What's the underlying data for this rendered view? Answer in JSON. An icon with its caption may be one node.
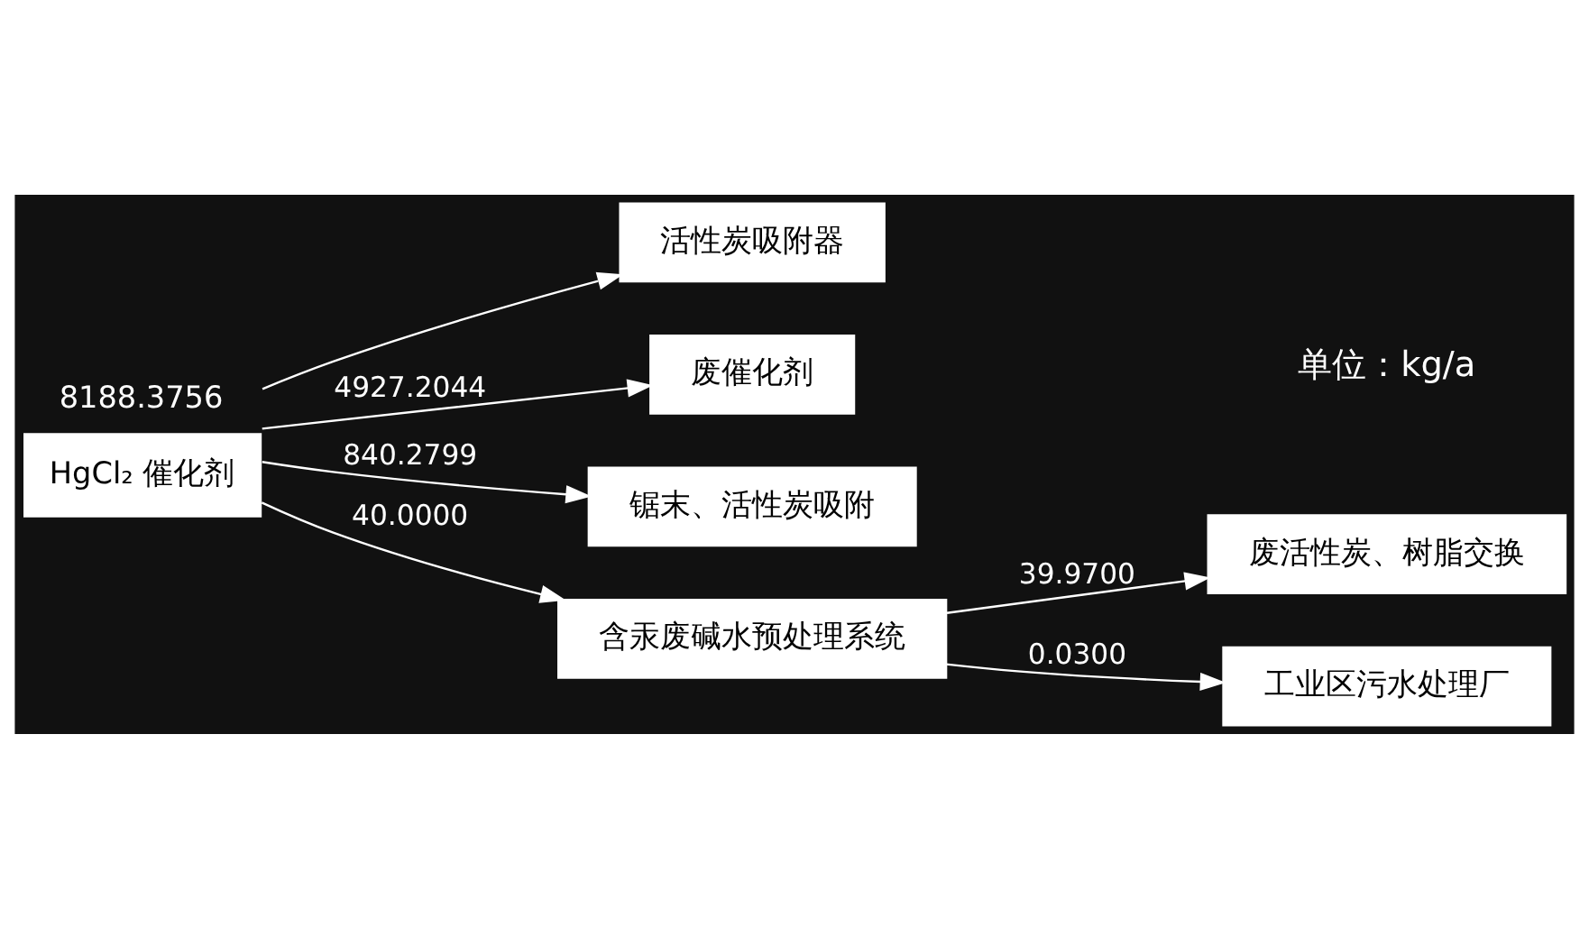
{
  "diagram": {
    "nodes": [
      {
        "text": [
          "HgCl₂ 催化剂"
        ],
        "beside": [
          "8188.3756"
        ]
      },
      {
        "text": [
          "活性炭吸附器"
        ]
      },
      {
        "text": [
          "废催化剂"
        ]
      },
      {
        "text": [
          "锯末、活性炭吸附"
        ]
      },
      {
        "text": [
          "含汞废碱水预处理系统"
        ]
      },
      {
        "text": [
          "废活性炭、树脂交换"
        ]
      },
      {
        "text": [
          "工业区污水处理厂"
        ]
      }
    ],
    "edges": [
      {
        "from": 0,
        "to": 1,
        "arrow": "to"
      },
      {
        "from": 0,
        "to": 2,
        "arrow": "to",
        "label": "4927.2044"
      },
      {
        "from": 0,
        "to": 3,
        "arrow": "to",
        "label": "840.2799"
      },
      {
        "from": 0,
        "to": 4,
        "arrow": "to",
        "label": "40.0000"
      },
      {
        "from": 4,
        "to": 5,
        "arrow": "to",
        "label": "39.9700"
      },
      {
        "from": 4,
        "to": 6,
        "arrow": "to",
        "label": "0.0300"
      }
    ],
    "labels": [
      "单位：kg/a"
    ]
  }
}
